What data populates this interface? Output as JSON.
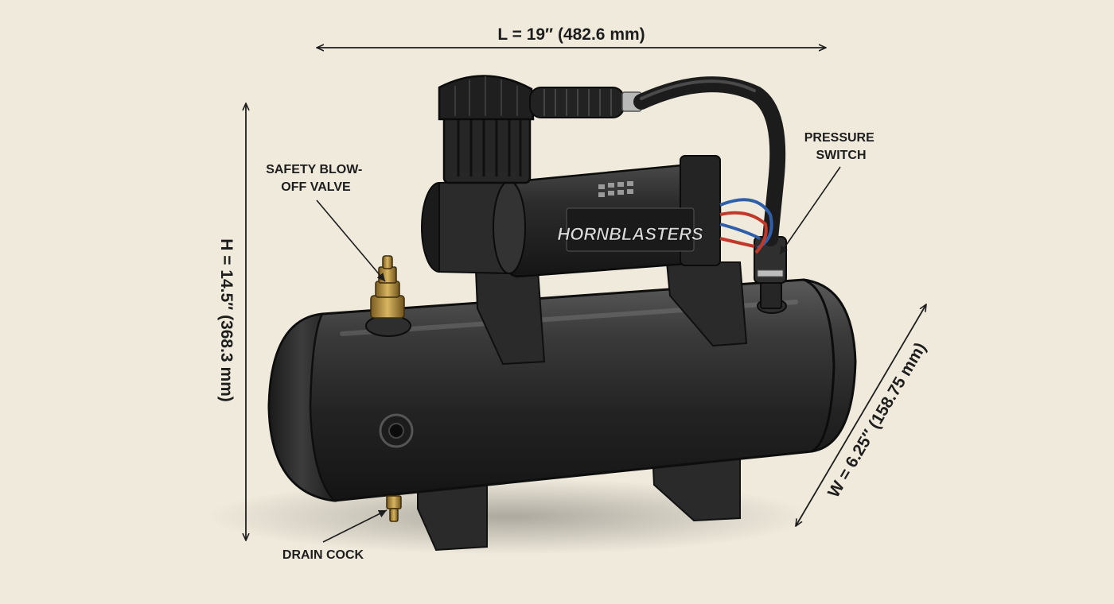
{
  "dimensions": {
    "length": "L = 19″ (482.6 mm)",
    "height": "H = 14.5″ (368.3 mm)",
    "width": "W = 6.25″ (158.75 mm)"
  },
  "callouts": {
    "safety_valve": [
      "SAFETY BLOW-",
      "OFF VALVE"
    ],
    "pressure_switch": [
      "PRESSURE",
      "SWITCH"
    ],
    "drain_cock": "DRAIN COCK"
  },
  "brand": {
    "logo_text": "HORNBLASTERS"
  },
  "colors": {
    "paper": "#efeadc",
    "tank": "#2b2b2b",
    "ink": "#1d1d1d",
    "brass": "#b9913f",
    "wire_red": "#c0392b",
    "wire_blue": "#2f5fa8"
  }
}
